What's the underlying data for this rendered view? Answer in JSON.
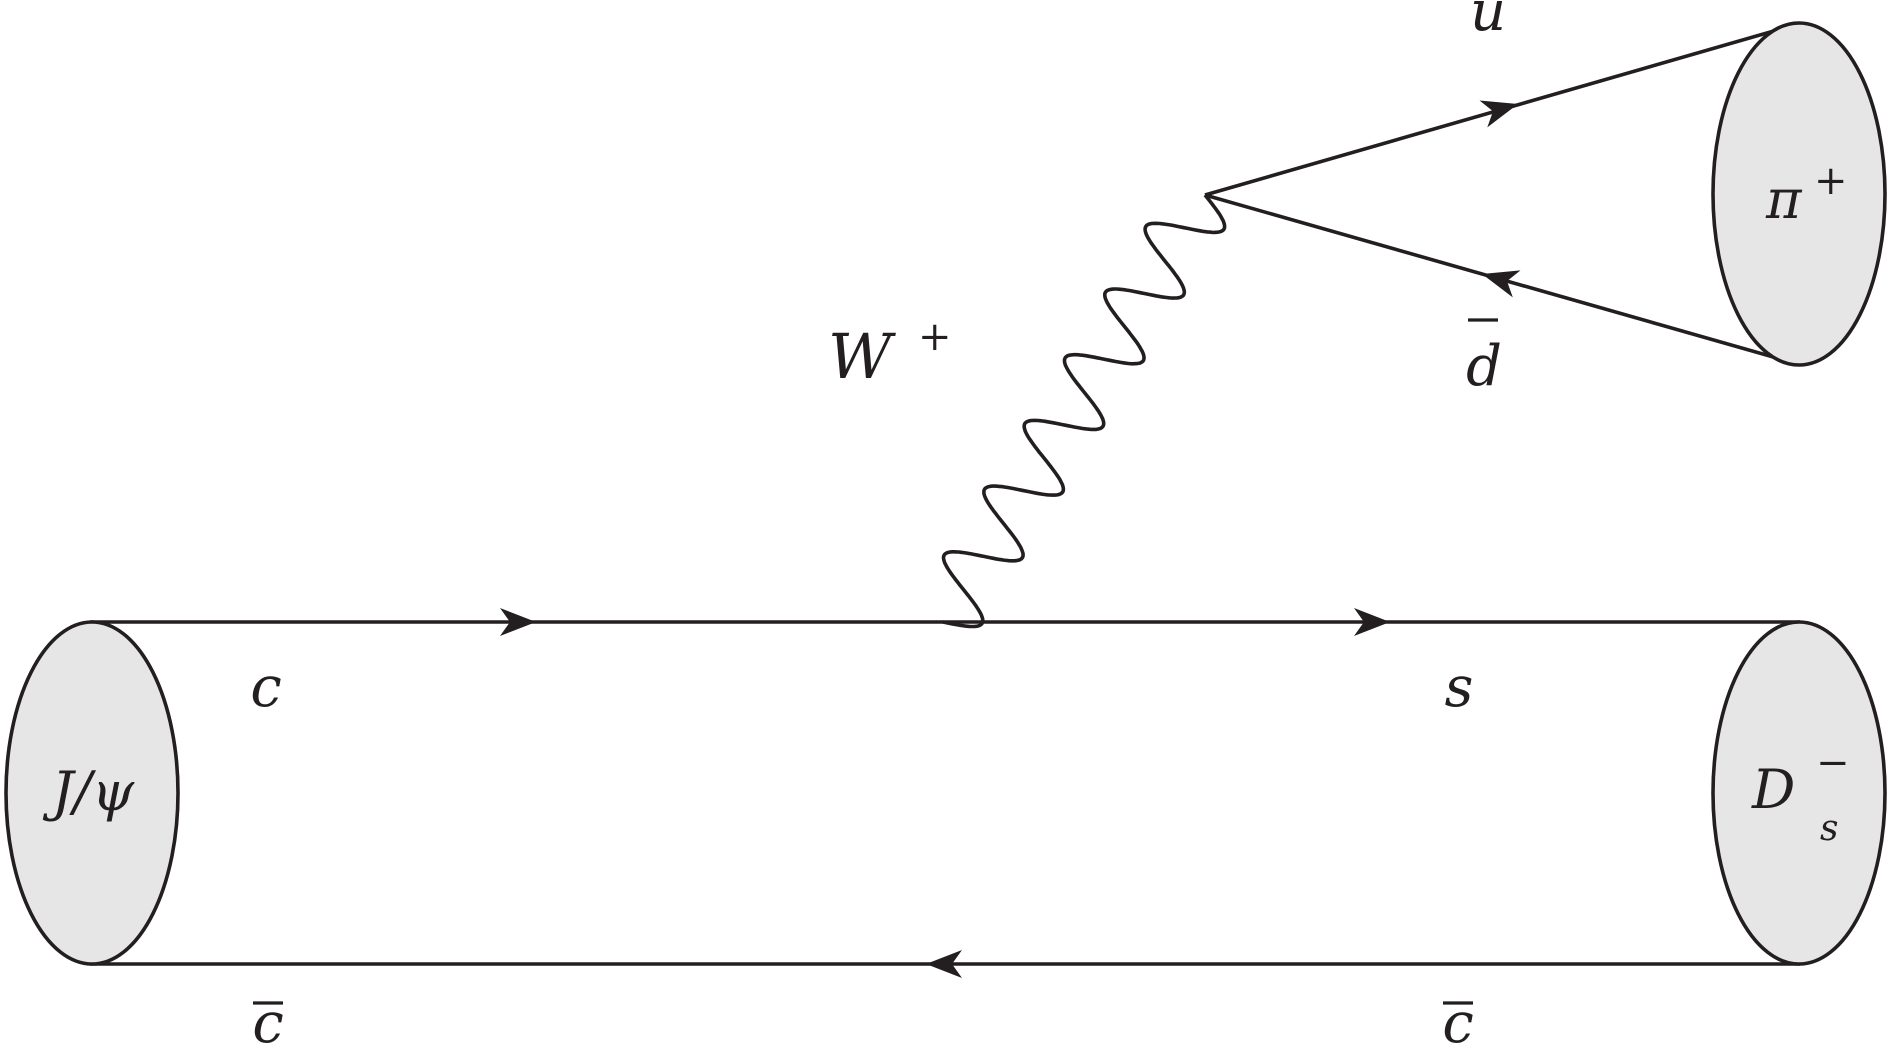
{
  "diagram": {
    "labels": {
      "initial": "J/ψ",
      "c": "c",
      "cbar_left": "c",
      "s": "s",
      "cbar_right": "c",
      "W": "W",
      "W_sup": "+",
      "u": "u",
      "dbar": "d",
      "Ds": "D",
      "Ds_sub": "s",
      "Ds_sup": "−",
      "pi": "π",
      "pi_sup": "+"
    },
    "colors": {
      "line": "#231f20",
      "blob_fill": "#e6e6e6",
      "background": "#ffffff"
    }
  }
}
